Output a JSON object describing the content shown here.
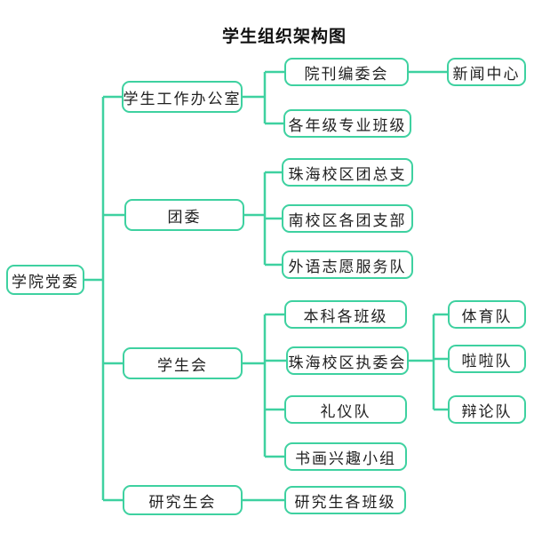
{
  "title": "学生组织架构图",
  "theme": {
    "line_color": "#3ed1a0",
    "text_color": "#1f1f1f",
    "background_color": "#ffffff"
  },
  "nodes": [
    {
      "id": "college-party-committee",
      "label": "学院党委",
      "parent": null
    },
    {
      "id": "student-affairs-office",
      "label": "学生工作办公室",
      "parent": "college-party-committee"
    },
    {
      "id": "journal-editorial-board",
      "label": "院刊编委会",
      "parent": "student-affairs-office"
    },
    {
      "id": "news-center",
      "label": "新闻中心",
      "parent": "journal-editorial-board"
    },
    {
      "id": "grade-major-classes",
      "label": "各年级专业班级",
      "parent": "student-affairs-office"
    },
    {
      "id": "youth-league-committee",
      "label": "团委",
      "parent": "college-party-committee"
    },
    {
      "id": "zhuhai-campus-league-branch",
      "label": "珠海校区团总支",
      "parent": "youth-league-committee"
    },
    {
      "id": "south-campus-league-branches",
      "label": "南校区各团支部",
      "parent": "youth-league-committee"
    },
    {
      "id": "foreign-language-volunteer-team",
      "label": "外语志愿服务队",
      "parent": "youth-league-committee"
    },
    {
      "id": "student-union",
      "label": "学生会",
      "parent": "college-party-committee"
    },
    {
      "id": "undergraduate-classes",
      "label": "本科各班级",
      "parent": "student-union"
    },
    {
      "id": "zhuhai-campus-executive-committee",
      "label": "珠海校区执委会",
      "parent": "student-union"
    },
    {
      "id": "sports-team",
      "label": "体育队",
      "parent": "zhuhai-campus-executive-committee"
    },
    {
      "id": "cheerleading-team",
      "label": "啦啦队",
      "parent": "zhuhai-campus-executive-committee"
    },
    {
      "id": "debate-team",
      "label": "辩论队",
      "parent": "zhuhai-campus-executive-committee"
    },
    {
      "id": "etiquette-team",
      "label": "礼仪队",
      "parent": "student-union"
    },
    {
      "id": "calligraphy-painting-group",
      "label": "书画兴趣小组",
      "parent": "student-union"
    },
    {
      "id": "graduate-student-union",
      "label": "研究生会",
      "parent": "college-party-committee"
    },
    {
      "id": "graduate-classes",
      "label": "研究生各班级",
      "parent": "graduate-student-union"
    }
  ]
}
